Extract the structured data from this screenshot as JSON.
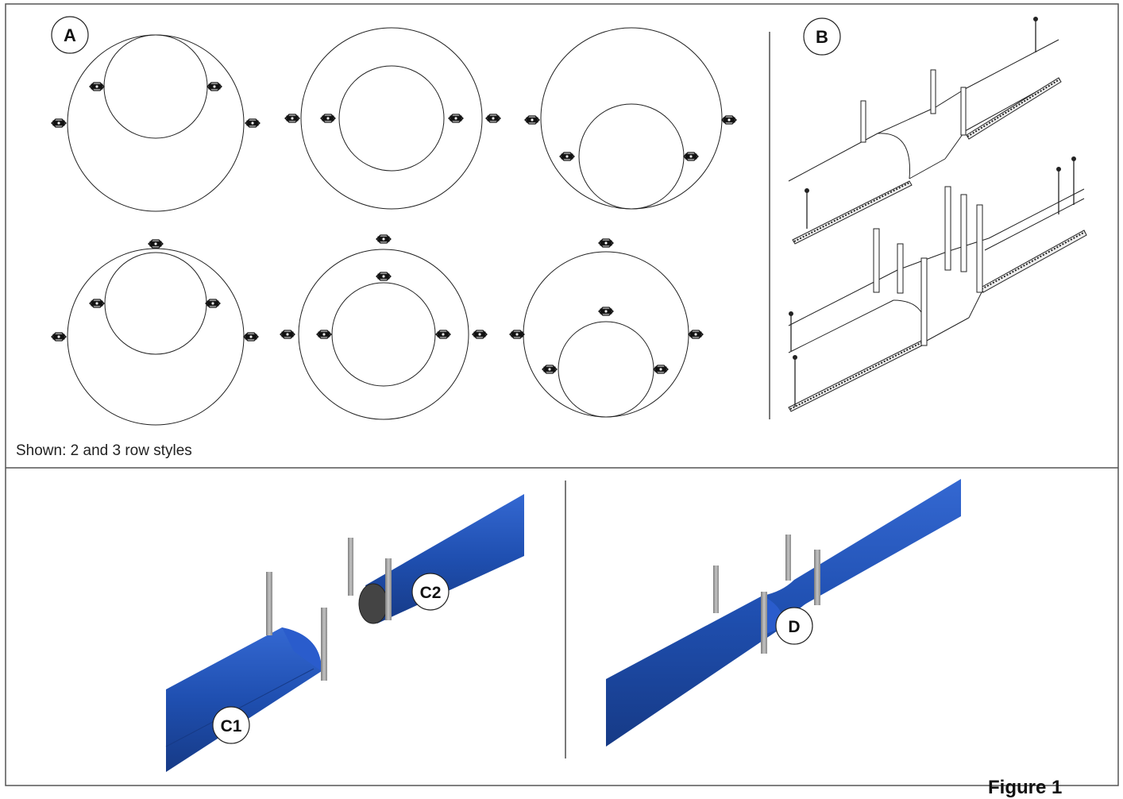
{
  "labels": {
    "a": "A",
    "b": "B",
    "c1": "C1",
    "c2": "C2",
    "d": "D"
  },
  "caption": "Shown: 2 and 3 row styles",
  "figure_label": "Figure 1",
  "colors": {
    "pipe_blue": "#1f4fb0",
    "pipe_blue_dark": "#173c8c",
    "pipe_blue_light": "#2d63cf",
    "post_gray": "#9a9a9a",
    "line_black": "#222222",
    "border_gray": "#555555"
  }
}
